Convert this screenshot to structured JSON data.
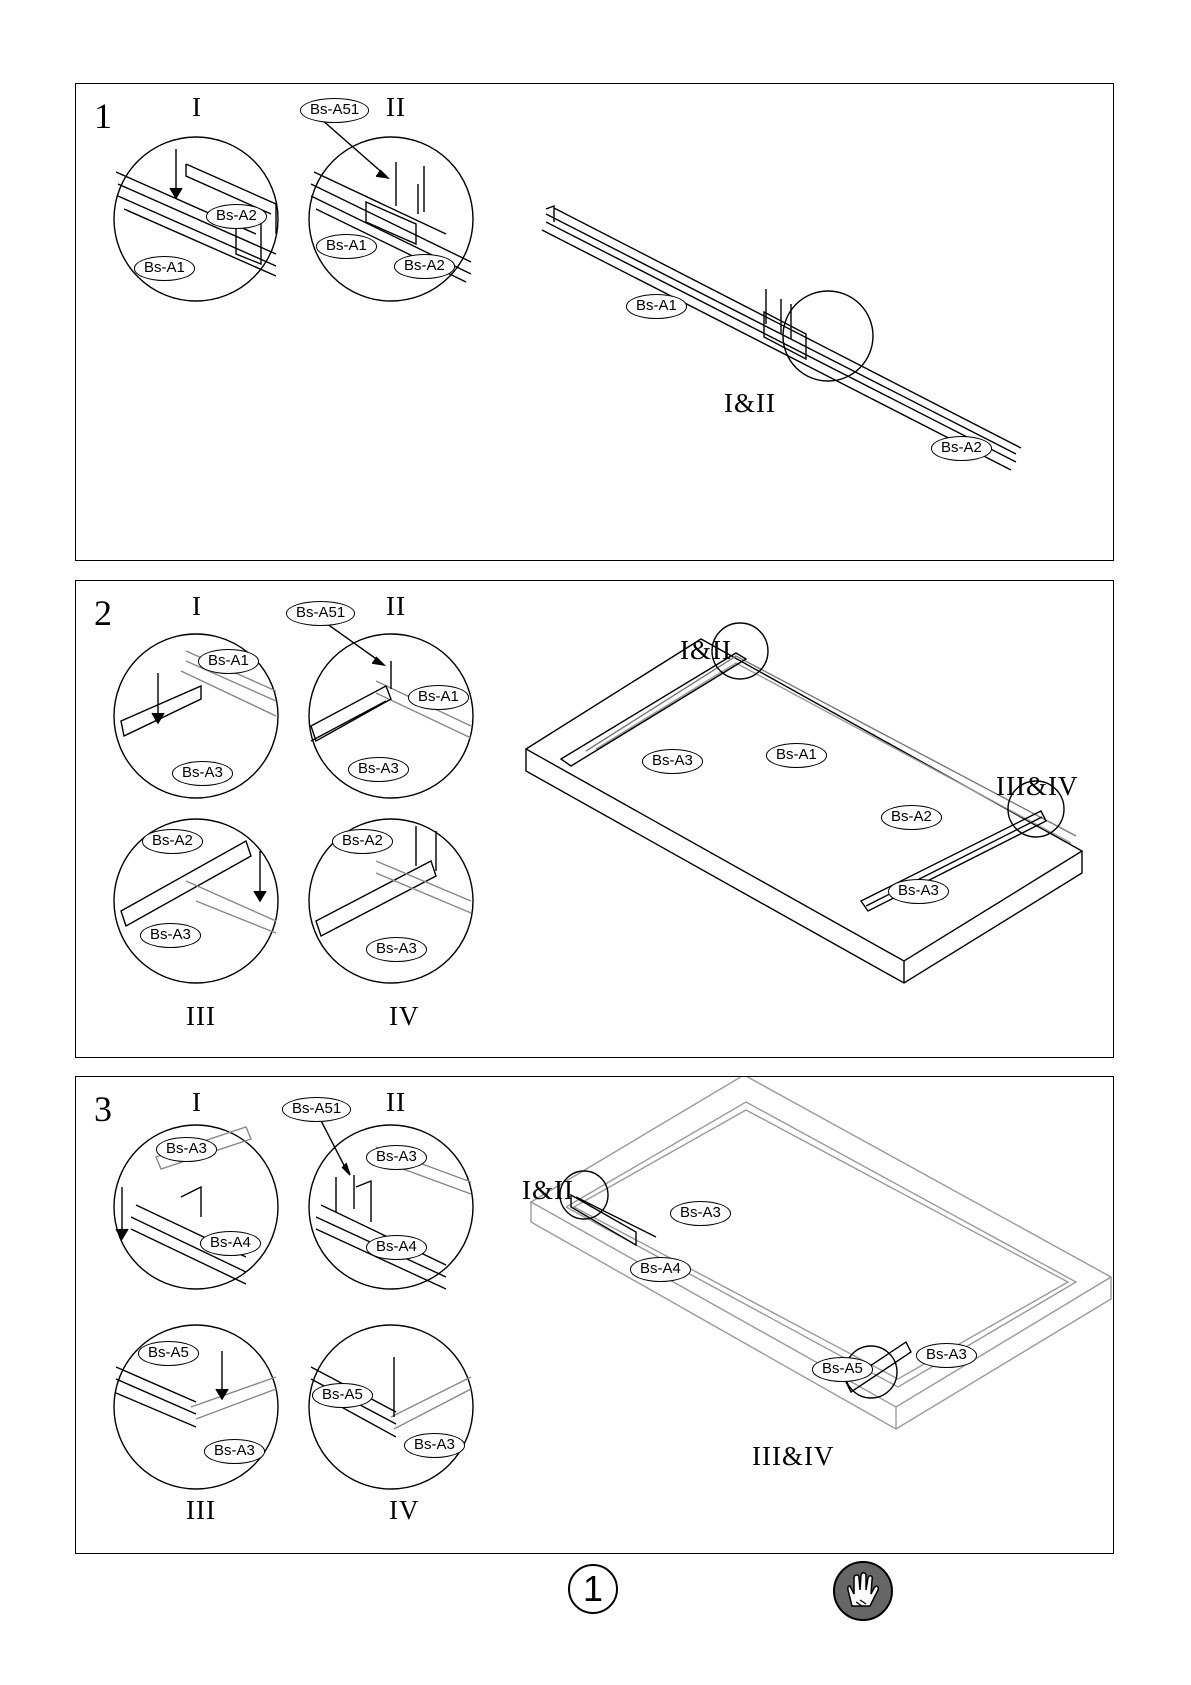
{
  "steps": [
    {
      "number": "1",
      "details": {
        "d1": "I",
        "d2": "II",
        "main": "I&II"
      },
      "tags": {
        "a51": "Bs-A51",
        "d1_a2": "Bs-A2",
        "d1_a1": "Bs-A1",
        "d2_a1": "Bs-A1",
        "d2_a2": "Bs-A2",
        "main_a1": "Bs-A1",
        "main_a2": "Bs-A2"
      }
    },
    {
      "number": "2",
      "details": {
        "d1": "I",
        "d2": "II",
        "d3": "III",
        "d4": "IV",
        "main_left": "I&II",
        "main_right": "III&IV"
      },
      "tags": {
        "a51": "Bs-A51",
        "d1_a1": "Bs-A1",
        "d1_a3": "Bs-A3",
        "d2_a1": "Bs-A1",
        "d2_a3": "Bs-A3",
        "d3_a2": "Bs-A2",
        "d3_a3": "Bs-A3",
        "d4_a2": "Bs-A2",
        "d4_a3": "Bs-A3",
        "main_a3_top": "Bs-A3",
        "main_a1": "Bs-A1",
        "main_a2": "Bs-A2",
        "main_a3_bottom": "Bs-A3"
      }
    },
    {
      "number": "3",
      "details": {
        "d1": "I",
        "d2": "II",
        "d3": "III",
        "d4": "IV",
        "main_left": "I&II",
        "main_right": "III&IV"
      },
      "tags": {
        "a51": "Bs-A51",
        "d1_a3": "Bs-A3",
        "d1_a4": "Bs-A4",
        "d2_a3": "Bs-A3",
        "d2_a4": "Bs-A4",
        "d3_a5": "Bs-A5",
        "d3_a3": "Bs-A3",
        "d4_a5": "Bs-A5",
        "d4_a3": "Bs-A3",
        "main_a3_top": "Bs-A3",
        "main_a4": "Bs-A4",
        "main_a5": "Bs-A5",
        "main_a3_right": "Bs-A3"
      }
    }
  ],
  "footer": {
    "page_number": "1",
    "icon": "gloves-icon"
  }
}
